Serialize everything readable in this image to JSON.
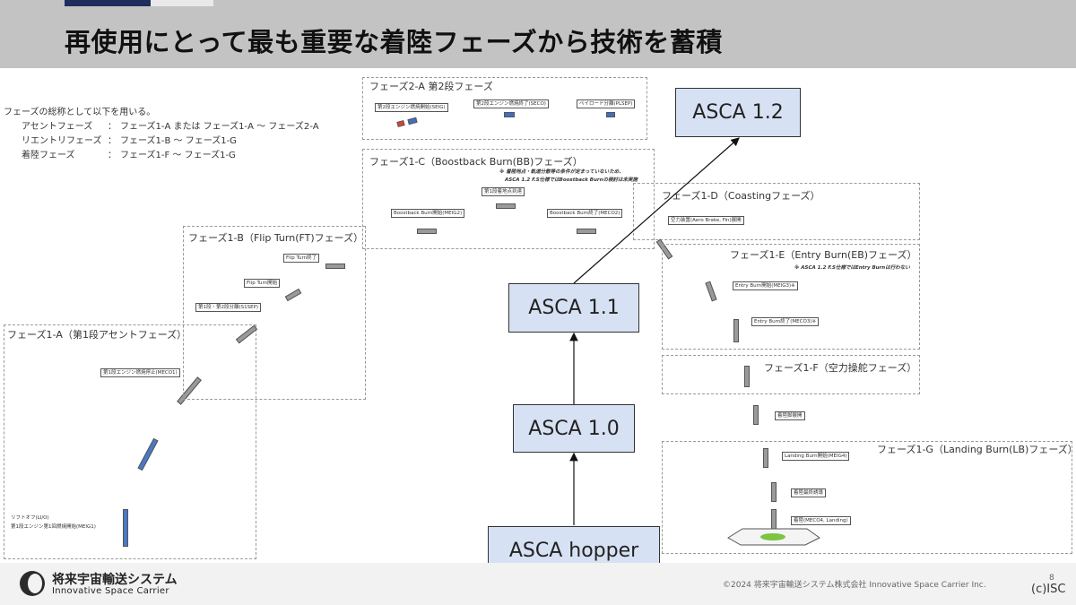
{
  "title": "再使用にとって最も重要な着陸フェーズから技術を蓄積",
  "legend": {
    "intro": "フェーズの総称として以下を用いる。",
    "rows": [
      {
        "name": "アセントフェーズ",
        "sep": "：",
        "value": "フェーズ1-A または フェーズ1-A ～ フェーズ2-A"
      },
      {
        "name": "リエントリフェーズ",
        "sep": "：",
        "value": "フェーズ1-B ～ フェーズ1-G"
      },
      {
        "name": "着陸フェーズ",
        "sep": "：",
        "value": "フェーズ1-F ～ フェーズ1-G"
      }
    ]
  },
  "phases": {
    "p1a": {
      "title": "フェーズ1-A（第1段アセントフェーズ）",
      "tags": [
        "第1段エンジン燃焼停止(MECO1)",
        "リフトオフ(LI/O)",
        "第1段エンジン第1回燃焼開始(MEIG1)"
      ]
    },
    "p1b": {
      "title": "フェーズ1-B（Flip Turn(FT)フェーズ）",
      "tags": [
        "Flip Turn終了",
        "Flip Turn開始",
        "第1段・第2段分離(S1SEP)"
      ]
    },
    "p2a": {
      "title": "フェーズ2-A 第2段フェーズ",
      "tags": [
        "第2段エンジン燃焼開始(SEIG)",
        "第2段エンジン燃焼終了(SECO)",
        "ペイロード分離(PLSEP)"
      ]
    },
    "p1c": {
      "title": "フェーズ1-C（Boostback Burn(BB)フェーズ）",
      "notes": [
        "※ 着陸地点・軌道分散等の条件が定まっていないため、",
        "ASCA 1.2 F.S仕様ではBoostback Burnの検討は未実施"
      ],
      "tags": [
        "第1段着地点到達",
        "Boostback Burn開始(MEIG2)",
        "Boostback Burn終了(MECO2)"
      ]
    },
    "p1d": {
      "title": "フェーズ1-D（Coastingフェーズ）",
      "tags": [
        "空力装置(Aero Brake, Fin)展開"
      ]
    },
    "p1e": {
      "title": "フェーズ1-E（Entry Burn(EB)フェーズ）",
      "note": "※ ASCA 1.2 F.S仕様ではEntry Burnは行わない",
      "tags": [
        "Entry Burn開始(MEIG3)※",
        "Entry Burn終了(MECO3)※"
      ]
    },
    "p1f": {
      "title": "フェーズ1-F（空力操舵フェーズ）",
      "tags": [
        "着陸脚展開"
      ]
    },
    "p1g": {
      "title": "フェーズ1-G（Landing Burn(LB)フェーズ）",
      "tags": [
        "Landing Burn開始(MEIG4)",
        "着陸最終誘導",
        "着陸(MECO4, Landing)"
      ]
    }
  },
  "roadmap": [
    "ASCA hopper",
    "ASCA 1.0",
    "ASCA 1.1",
    "ASCA 1.2"
  ],
  "footer": {
    "company_jp": "将来宇宙輸送システム",
    "company_en": "Innovative Space Carrier",
    "copyright": "©2024 将来宇宙輸送システム株式会社 Innovative Space Carrier Inc.",
    "page": "8",
    "credit": "(c)ISC"
  },
  "colors": {
    "box_fill": "#d6e1f3",
    "title_bar": "#c3c3c3",
    "accent": "#1f2d5c"
  }
}
